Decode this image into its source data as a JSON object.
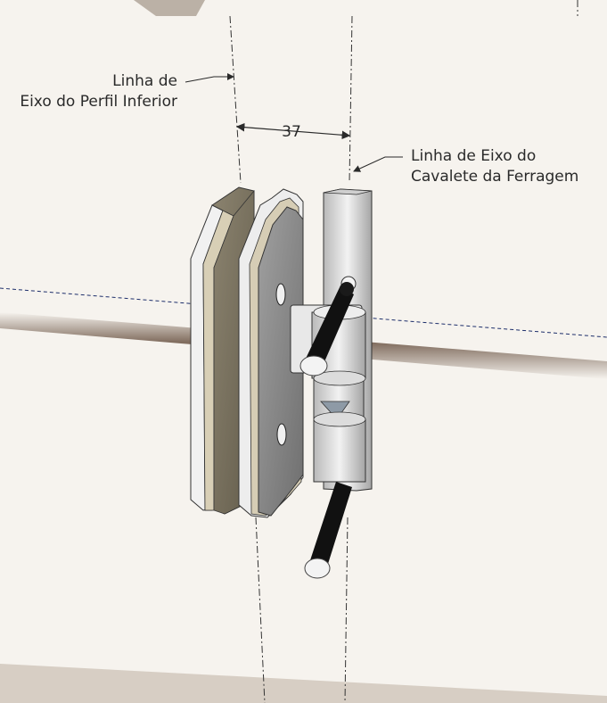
{
  "labels": {
    "perfil_axis": [
      "Linha de",
      "Eixo do Perfil Inferior"
    ],
    "cavalete_axis": [
      "Linha de Eixo do",
      "Cavalete da Ferragem"
    ]
  },
  "dimension": {
    "value": "37"
  },
  "colors": {
    "background": "#f6f3ee",
    "shadow_band": "#6b5444",
    "steel": "#d9d9d9",
    "panel_gray": "#8a8a8a",
    "panel_brown": "#7c7461",
    "rubber": "#111111"
  }
}
